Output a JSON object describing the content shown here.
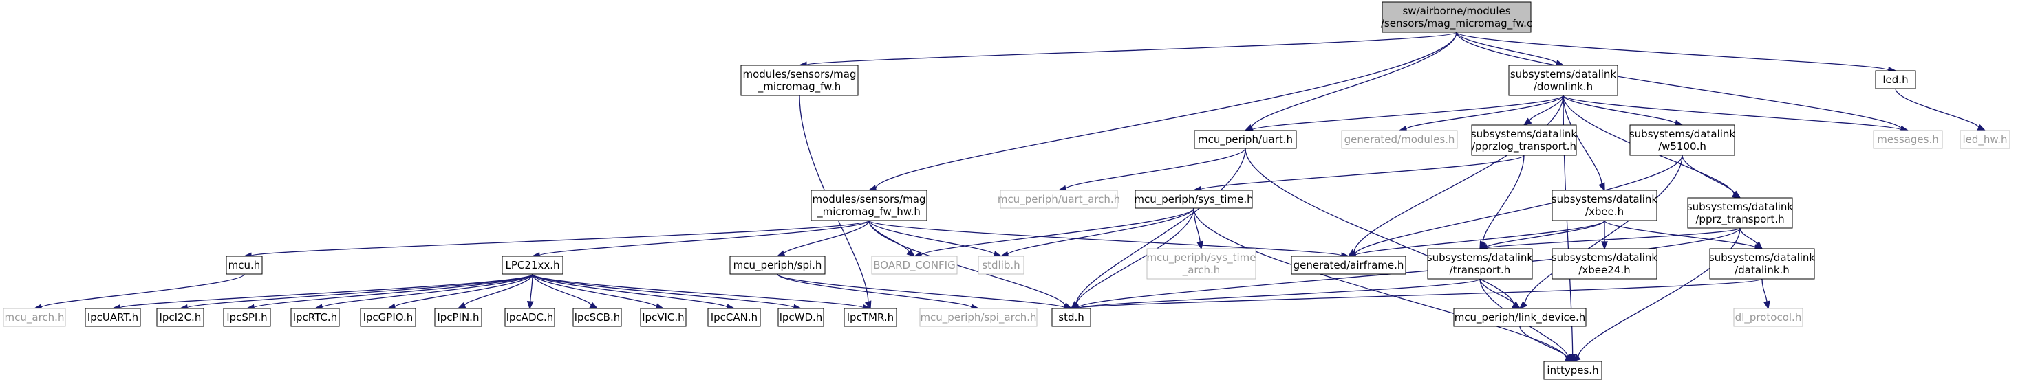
{
  "nodes": {
    "root": {
      "lines": [
        "sw/airborne/modules",
        "/sensors/mag_micromag_fw.c"
      ]
    },
    "mag_fw_h": {
      "lines": [
        "modules/sensors/mag",
        "_micromag_fw.h"
      ]
    },
    "downlink": {
      "lines": [
        "subsystems/datalink",
        "/downlink.h"
      ]
    },
    "led": {
      "lines": [
        "led.h"
      ]
    },
    "led_hw": {
      "lines": [
        "led_hw.h"
      ]
    },
    "messages": {
      "lines": [
        "messages.h"
      ]
    },
    "uart": {
      "lines": [
        "mcu_periph/uart.h"
      ]
    },
    "gen_modules": {
      "lines": [
        "generated/modules.h"
      ]
    },
    "pprzlog": {
      "lines": [
        "subsystems/datalink",
        "/pprzlog_transport.h"
      ]
    },
    "w5100": {
      "lines": [
        "subsystems/datalink",
        "/w5100.h"
      ]
    },
    "mag_fw_hw": {
      "lines": [
        "modules/sensors/mag",
        "_micromag_fw_hw.h"
      ]
    },
    "uart_arch": {
      "lines": [
        "mcu_periph/uart_arch.h"
      ]
    },
    "sys_time": {
      "lines": [
        "mcu_periph/sys_time.h"
      ]
    },
    "xbee": {
      "lines": [
        "subsystems/datalink",
        "/xbee.h"
      ]
    },
    "pprz_transport": {
      "lines": [
        "subsystems/datalink",
        "/pprz_transport.h"
      ]
    },
    "mcu": {
      "lines": [
        "mcu.h"
      ]
    },
    "lpc21xx": {
      "lines": [
        "LPC21xx.h"
      ]
    },
    "spi": {
      "lines": [
        "mcu_periph/spi.h"
      ]
    },
    "board_config": {
      "lines": [
        "BOARD_CONFIG"
      ]
    },
    "stdlib": {
      "lines": [
        "stdlib.h"
      ]
    },
    "sys_time_arch": {
      "lines": [
        "mcu_periph/sys_time",
        "_arch.h"
      ]
    },
    "gen_airframe": {
      "lines": [
        "generated/airframe.h"
      ]
    },
    "transport": {
      "lines": [
        "subsystems/datalink",
        "/transport.h"
      ]
    },
    "xbee24": {
      "lines": [
        "subsystems/datalink",
        "/xbee24.h"
      ]
    },
    "datalink": {
      "lines": [
        "subsystems/datalink",
        "/datalink.h"
      ]
    },
    "mcu_arch": {
      "lines": [
        "mcu_arch.h"
      ]
    },
    "lpcuart": {
      "lines": [
        "lpcUART.h"
      ]
    },
    "lpci2c": {
      "lines": [
        "lpcI2C.h"
      ]
    },
    "lpcspi": {
      "lines": [
        "lpcSPI.h"
      ]
    },
    "lpcrtc": {
      "lines": [
        "lpcRTC.h"
      ]
    },
    "lpcgpio": {
      "lines": [
        "lpcGPIO.h"
      ]
    },
    "lpcpin": {
      "lines": [
        "lpcPIN.h"
      ]
    },
    "lpcadc": {
      "lines": [
        "lpcADC.h"
      ]
    },
    "lpcscb": {
      "lines": [
        "lpcSCB.h"
      ]
    },
    "lpcvic": {
      "lines": [
        "lpcVIC.h"
      ]
    },
    "lpccan": {
      "lines": [
        "lpcCAN.h"
      ]
    },
    "lpcwd": {
      "lines": [
        "lpcWD.h"
      ]
    },
    "lpctmr": {
      "lines": [
        "lpcTMR.h"
      ]
    },
    "spi_arch": {
      "lines": [
        "mcu_periph/spi_arch.h"
      ]
    },
    "std": {
      "lines": [
        "std.h"
      ]
    },
    "link_device": {
      "lines": [
        "mcu_periph/link_device.h"
      ]
    },
    "dl_protocol": {
      "lines": [
        "dl_protocol.h"
      ]
    },
    "inttypes": {
      "lines": [
        "inttypes.h"
      ]
    }
  },
  "edges": [
    [
      "root",
      "mag_fw_h"
    ],
    [
      "root",
      "downlink"
    ],
    [
      "root",
      "led"
    ],
    [
      "root",
      "messages"
    ],
    [
      "root",
      "uart"
    ],
    [
      "root",
      "mag_fw_hw"
    ],
    [
      "mag_fw_h",
      "lpctmr"
    ],
    [
      "downlink",
      "messages"
    ],
    [
      "downlink",
      "uart"
    ],
    [
      "downlink",
      "gen_modules"
    ],
    [
      "downlink",
      "pprzlog"
    ],
    [
      "downlink",
      "w5100"
    ],
    [
      "downlink",
      "xbee"
    ],
    [
      "downlink",
      "pprz_transport"
    ],
    [
      "downlink",
      "gen_airframe"
    ],
    [
      "downlink",
      "inttypes"
    ],
    [
      "led",
      "led_hw"
    ],
    [
      "uart",
      "uart_arch"
    ],
    [
      "uart",
      "std"
    ],
    [
      "uart",
      "link_device"
    ],
    [
      "pprzlog",
      "sys_time"
    ],
    [
      "pprzlog",
      "transport"
    ],
    [
      "w5100",
      "pprz_transport"
    ],
    [
      "w5100",
      "gen_airframe"
    ],
    [
      "w5100",
      "link_device"
    ],
    [
      "mag_fw_hw",
      "mcu"
    ],
    [
      "mag_fw_hw",
      "lpc21xx"
    ],
    [
      "mag_fw_hw",
      "spi"
    ],
    [
      "mag_fw_hw",
      "board_config"
    ],
    [
      "mag_fw_hw",
      "stdlib"
    ],
    [
      "mag_fw_hw",
      "gen_airframe"
    ],
    [
      "mag_fw_hw",
      "std"
    ],
    [
      "sys_time",
      "board_config"
    ],
    [
      "sys_time",
      "stdlib"
    ],
    [
      "sys_time",
      "sys_time_arch"
    ],
    [
      "sys_time",
      "std"
    ],
    [
      "sys_time",
      "inttypes"
    ],
    [
      "xbee",
      "gen_airframe"
    ],
    [
      "xbee",
      "transport"
    ],
    [
      "xbee",
      "xbee24"
    ],
    [
      "xbee",
      "datalink"
    ],
    [
      "pprz_transport",
      "transport"
    ],
    [
      "pprz_transport",
      "datalink"
    ],
    [
      "pprz_transport",
      "std"
    ],
    [
      "pprz_transport",
      "inttypes"
    ],
    [
      "mcu",
      "mcu_arch"
    ],
    [
      "lpc21xx",
      "lpcuart"
    ],
    [
      "lpc21xx",
      "lpci2c"
    ],
    [
      "lpc21xx",
      "lpcspi"
    ],
    [
      "lpc21xx",
      "lpcrtc"
    ],
    [
      "lpc21xx",
      "lpcgpio"
    ],
    [
      "lpc21xx",
      "lpcpin"
    ],
    [
      "lpc21xx",
      "lpcadc"
    ],
    [
      "lpc21xx",
      "lpcscb"
    ],
    [
      "lpc21xx",
      "lpcvic"
    ],
    [
      "lpc21xx",
      "lpccan"
    ],
    [
      "lpc21xx",
      "lpcwd"
    ],
    [
      "lpc21xx",
      "lpctmr"
    ],
    [
      "spi",
      "spi_arch"
    ],
    [
      "spi",
      "std"
    ],
    [
      "transport",
      "std"
    ],
    [
      "transport",
      "link_device"
    ],
    [
      "transport",
      "inttypes"
    ],
    [
      "datalink",
      "std"
    ],
    [
      "datalink",
      "dl_protocol"
    ],
    [
      "link_device",
      "inttypes"
    ]
  ]
}
